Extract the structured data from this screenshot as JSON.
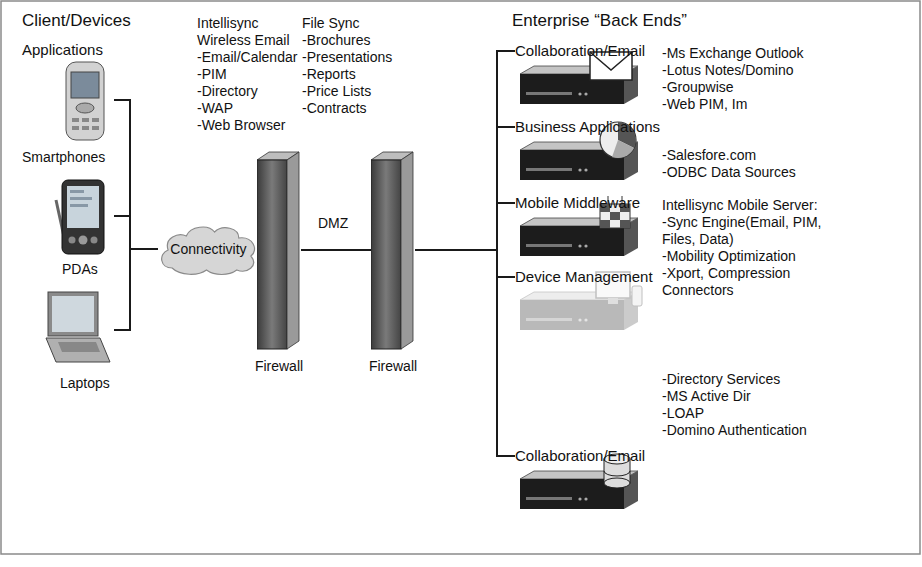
{
  "diagram": {
    "nodes": [
      {
        "text": [
          "Smartphones"
        ]
      },
      {
        "text": [
          "PDAs"
        ]
      },
      {
        "text": [
          "Laptops"
        ]
      },
      {
        "text": [
          "Connectivity"
        ]
      },
      {
        "text": [
          "Firewall"
        ]
      },
      {
        "text": [
          "Firewall"
        ]
      },
      {
        "text": [
          "Collaboration/Email"
        ]
      },
      {
        "text": [
          "Business Applications"
        ]
      },
      {
        "text": [
          "Mobile Middleware"
        ]
      },
      {
        "text": [
          "Device Management"
        ]
      },
      {
        "text": [
          "Collaboration/Email"
        ]
      }
    ],
    "edges": [
      {
        "from": 0,
        "to": 3,
        "arrow": "none"
      },
      {
        "from": 1,
        "to": 3,
        "arrow": "none"
      },
      {
        "from": 2,
        "to": 3,
        "arrow": "none"
      },
      {
        "from": 3,
        "to": 4,
        "arrow": "none"
      },
      {
        "from": 4,
        "to": 5,
        "arrow": "none"
      },
      {
        "from": 5,
        "to": 6,
        "arrow": "none"
      },
      {
        "from": 5,
        "to": 7,
        "arrow": "none"
      },
      {
        "from": 5,
        "to": 8,
        "arrow": "none"
      },
      {
        "from": 5,
        "to": 9,
        "arrow": "none"
      },
      {
        "from": 5,
        "to": 10,
        "arrow": "none"
      }
    ],
    "labels": [
      "Client/Devices",
      "Applications",
      "Intellisync",
      "Wireless Email",
      "-Email/Calendar",
      "-PIM",
      "-Directory",
      "-WAP",
      "-Web Browser",
      "File Sync",
      "-Brochures",
      "-Presentations",
      "-Reports",
      "-Price Lists",
      "-Contracts",
      "DMZ",
      "Enterprise “Back Ends”",
      "-Ms Exchange Outlook",
      "-Lotus Notes/Domino",
      "-Groupwise",
      "-Web PIM, Im",
      "-Salesfore.com",
      "-ODBC Data Sources",
      "Intellisync Mobile Server:",
      "-Sync Engine(Email, PIM,",
      "Files, Data)",
      "-Mobility Optimization",
      "-Xport, Compression",
      "Connectors",
      "-Directory Services",
      "-MS Active Dir",
      "-LOAP",
      "-Domino Authentication"
    ]
  }
}
